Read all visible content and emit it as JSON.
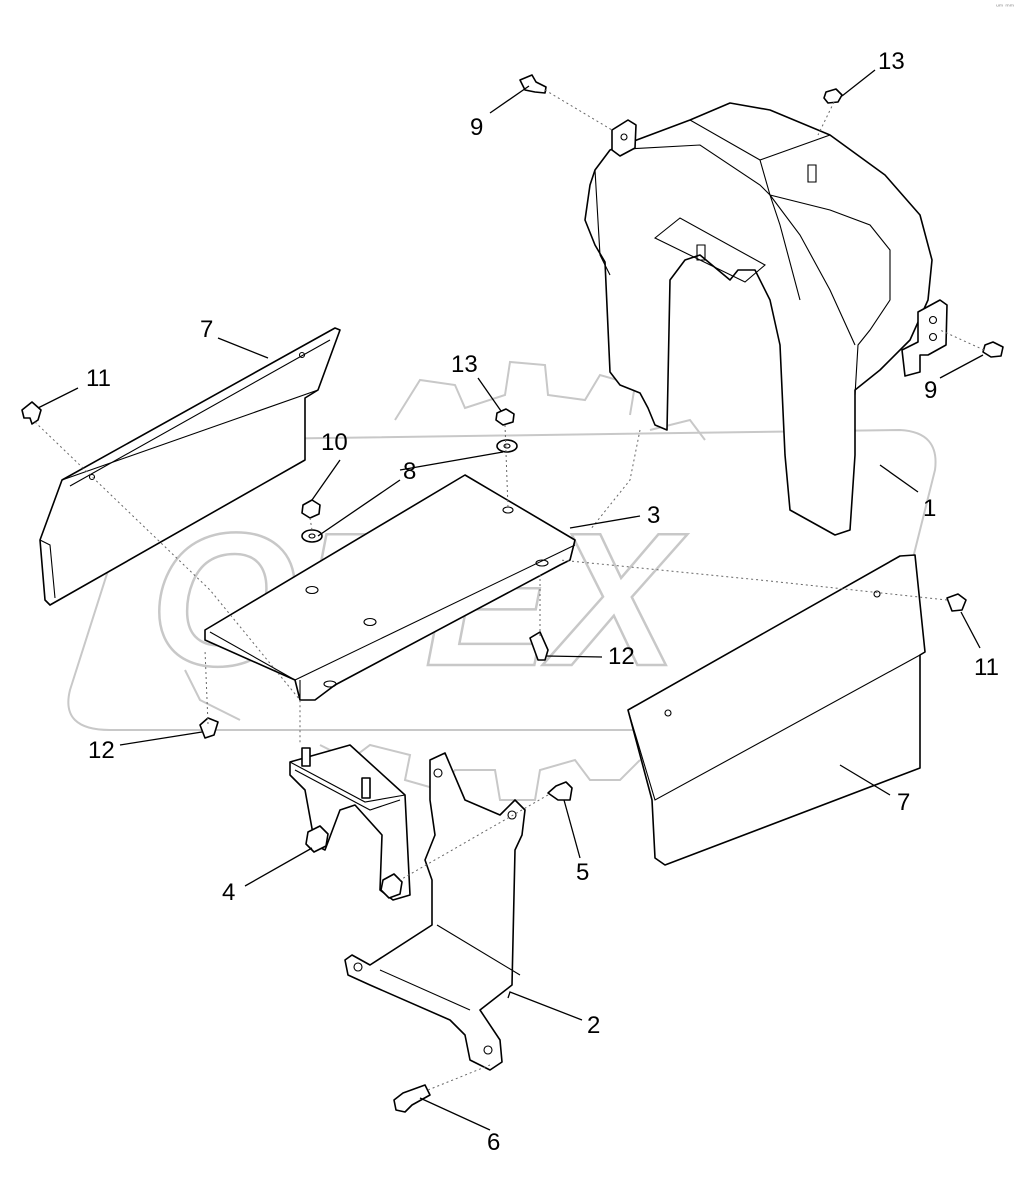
{
  "diagram": {
    "watermark": "OPEX",
    "corner_mark": "ᵘᵐ ᵐᵐ",
    "callouts": [
      {
        "id": "c1",
        "label": "1"
      },
      {
        "id": "c2",
        "label": "2"
      },
      {
        "id": "c3",
        "label": "3"
      },
      {
        "id": "c4",
        "label": "4"
      },
      {
        "id": "c5",
        "label": "5"
      },
      {
        "id": "c6",
        "label": "6"
      },
      {
        "id": "c7a",
        "label": "7"
      },
      {
        "id": "c7b",
        "label": "7"
      },
      {
        "id": "c8",
        "label": "8"
      },
      {
        "id": "c9a",
        "label": "9"
      },
      {
        "id": "c9b",
        "label": "9"
      },
      {
        "id": "c10",
        "label": "10"
      },
      {
        "id": "c11a",
        "label": "11"
      },
      {
        "id": "c11b",
        "label": "11"
      },
      {
        "id": "c12a",
        "label": "12"
      },
      {
        "id": "c12b",
        "label": "12"
      },
      {
        "id": "c13a",
        "label": "13"
      },
      {
        "id": "c13b",
        "label": "13"
      }
    ]
  }
}
